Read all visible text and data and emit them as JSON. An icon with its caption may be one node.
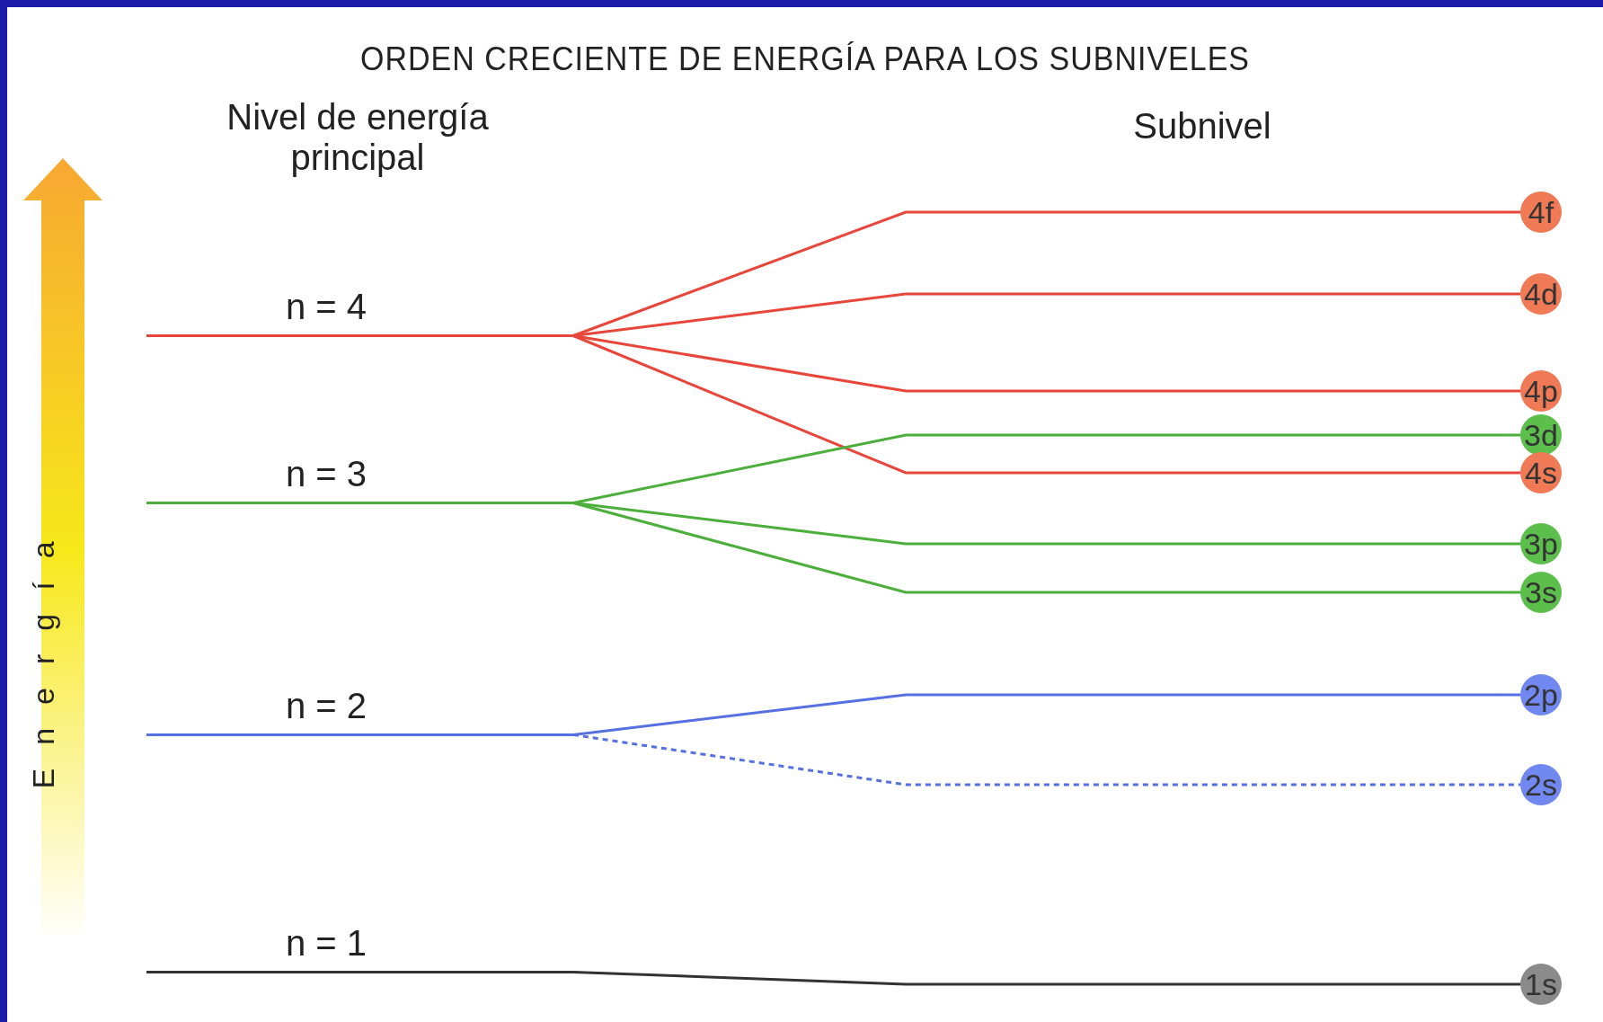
{
  "diagram": {
    "title": "ORDEN CRECIENTE DE ENERGÍA PARA LOS SUBNIVELES",
    "nodes": [
      {
        "text": [
          "n = 4"
        ]
      },
      {
        "text": [
          "n = 3"
        ]
      },
      {
        "text": [
          "n = 2"
        ]
      },
      {
        "text": [
          "n = 1"
        ]
      },
      {
        "text": [
          "4f"
        ]
      },
      {
        "text": [
          "4d"
        ]
      },
      {
        "text": [
          "4p"
        ]
      },
      {
        "text": [
          "3d"
        ]
      },
      {
        "text": [
          "4s"
        ]
      },
      {
        "text": [
          "3p"
        ]
      },
      {
        "text": [
          "3s"
        ]
      },
      {
        "text": [
          "2p"
        ]
      },
      {
        "text": [
          "2s"
        ]
      },
      {
        "text": [
          "1s"
        ]
      }
    ],
    "edges": [
      {
        "from": 0,
        "to": 4,
        "arrow": "none",
        "color": "#e8463a"
      },
      {
        "from": 0,
        "to": 5,
        "arrow": "none",
        "color": "#e8463a"
      },
      {
        "from": 0,
        "to": 6,
        "arrow": "none",
        "color": "#e8463a"
      },
      {
        "from": 0,
        "to": 8,
        "arrow": "none",
        "color": "#e8463a"
      },
      {
        "from": 1,
        "to": 7,
        "arrow": "none",
        "color": "#4caf3c"
      },
      {
        "from": 1,
        "to": 9,
        "arrow": "none",
        "color": "#4caf3c"
      },
      {
        "from": 1,
        "to": 10,
        "arrow": "none",
        "color": "#4caf3c"
      },
      {
        "from": 2,
        "to": 11,
        "arrow": "none",
        "color": "#5570e0"
      },
      {
        "from": 2,
        "to": 12,
        "arrow": "none",
        "style": "dashed",
        "color": "#5570e0"
      },
      {
        "from": 3,
        "to": 13,
        "arrow": "none",
        "color": "#333333"
      }
    ],
    "labels": [
      "Nivel de energía principal",
      "Subnivel",
      "Energía"
    ]
  }
}
